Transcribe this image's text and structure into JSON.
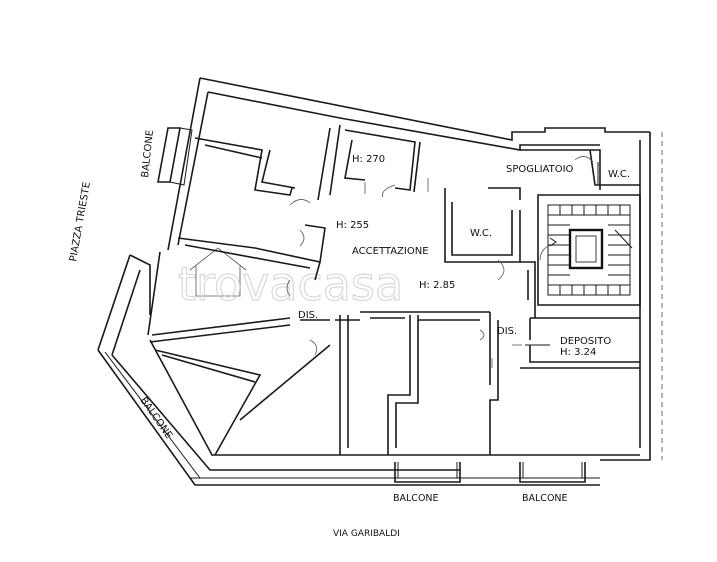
{
  "labels": {
    "piazza": "PIAZZA TRIESTE",
    "via": "VIA GARIBALDI",
    "balcone_top_left": "BALCONE",
    "balcone_diag": "BALCONE",
    "balcone_bottom_1": "BALCONE",
    "balcone_bottom_2": "BALCONE",
    "h270": "H: 270",
    "h255": "H: 255",
    "accettazione": "ACCETTAZIONE",
    "h285": "H: 2.85",
    "spogliatoio": "SPOGLIATOIO",
    "wc_1": "W.C.",
    "wc_2": "W.C.",
    "dis_1": "DIS.",
    "dis_2": "DIS.",
    "deposito": "DEPOSITO",
    "h324": "H: 3.24"
  },
  "watermark": {
    "text": "trovacasa",
    "color": "#d8d8d8"
  },
  "colors": {
    "wall": "#1a1a1a",
    "background": "#ffffff"
  }
}
